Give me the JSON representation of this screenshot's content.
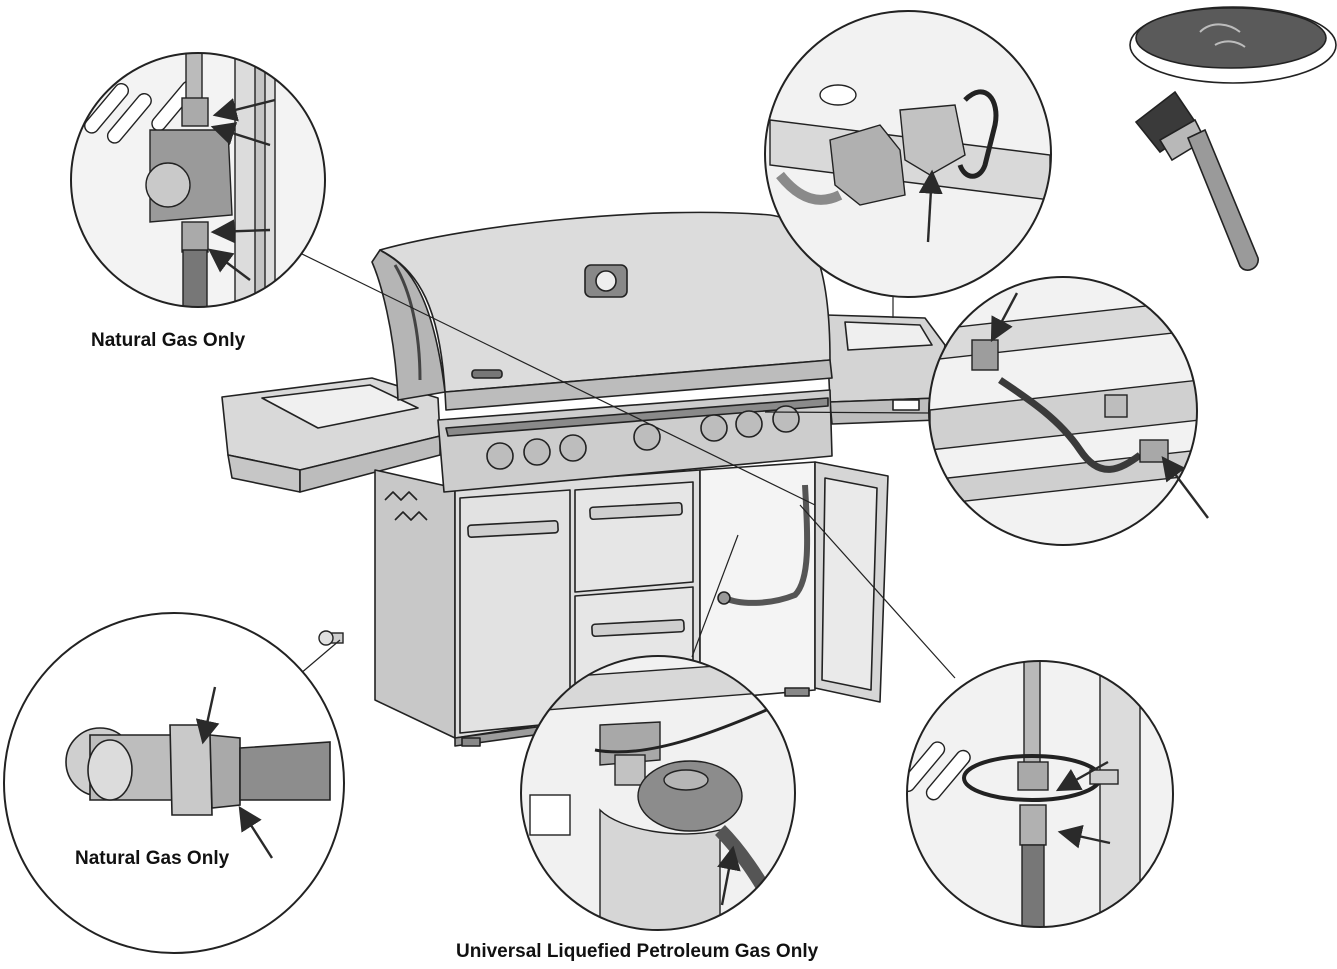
{
  "captions": {
    "natural_gas_top": "Natural Gas Only",
    "natural_gas_bottom": "Natural Gas Only",
    "universal_lp": "Universal Liquefied Petroleum Gas Only"
  },
  "colors": {
    "line": "#222222",
    "metal_light": "#dcdcdc",
    "metal_mid": "#b9b9b9",
    "metal_dark": "#7d7d7d",
    "arrow": "#2a2a2a",
    "soap": "#5a5a5a"
  },
  "icons": {
    "soap_dish": "soap-dish-icon",
    "brush": "paint-brush-icon"
  }
}
